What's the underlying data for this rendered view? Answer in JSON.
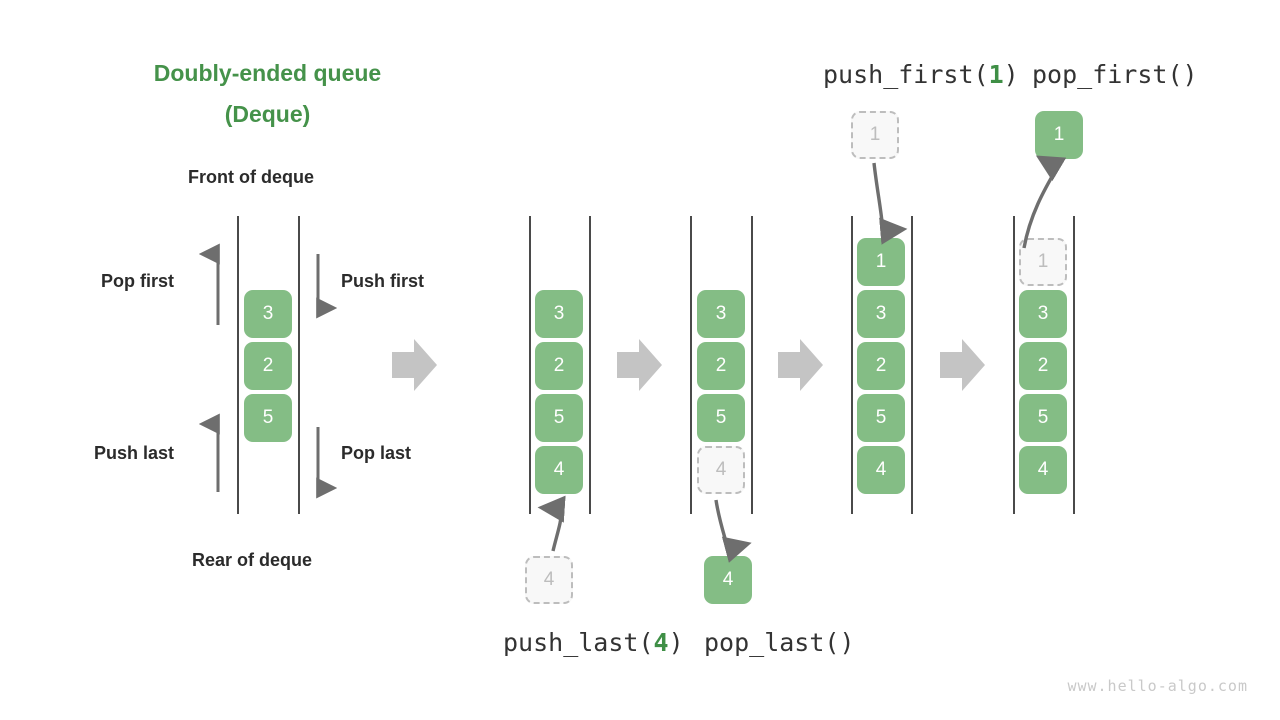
{
  "title": {
    "line1": "Doubly-ended queue",
    "line2": "(Deque)",
    "color": "#45924a"
  },
  "colors": {
    "node_green": "#84bd85",
    "node_text": "#ffffff",
    "ghost_fill": "#f8f8f8",
    "ghost_border": "#bdbdbd",
    "ghost_text": "#bdbdbd",
    "rail": "#4a4a4a",
    "step_arrow": "#c4c4c4",
    "op_arrow": "#707070",
    "label_text": "#2b2b2b",
    "watermark": "#c9c9c9"
  },
  "legend": {
    "front_label": "Front of deque",
    "rear_label": "Rear of deque",
    "pop_first_label": "Pop first",
    "push_first_label": "Push first",
    "push_last_label": "Push last",
    "pop_last_label": "Pop last"
  },
  "operations": {
    "push_last": {
      "name": "push_last",
      "open": "(",
      "arg": "4",
      "close": ")"
    },
    "pop_last": {
      "name": "pop_last",
      "open": "(",
      "arg": "",
      "close": ")"
    },
    "push_first": {
      "name": "push_first",
      "open": "(",
      "arg": "1",
      "close": ")"
    },
    "pop_first": {
      "name": "pop_first",
      "open": "(",
      "arg": "",
      "close": ")"
    }
  },
  "stages": [
    {
      "id": "initial",
      "caption": "",
      "nodes": [
        {
          "value": "3",
          "state": "solid"
        },
        {
          "value": "2",
          "state": "solid"
        },
        {
          "value": "5",
          "state": "solid"
        }
      ],
      "external": null
    },
    {
      "id": "after-push-last",
      "caption": "push_last(4)",
      "nodes": [
        {
          "value": "3",
          "state": "solid"
        },
        {
          "value": "2",
          "state": "solid"
        },
        {
          "value": "5",
          "state": "solid"
        },
        {
          "value": "4",
          "state": "solid"
        }
      ],
      "external": {
        "value": "4",
        "state": "ghost",
        "position": "bottom"
      }
    },
    {
      "id": "after-pop-last",
      "caption": "pop_last()",
      "nodes": [
        {
          "value": "3",
          "state": "solid"
        },
        {
          "value": "2",
          "state": "solid"
        },
        {
          "value": "5",
          "state": "solid"
        },
        {
          "value": "4",
          "state": "ghost"
        }
      ],
      "external": {
        "value": "4",
        "state": "solid",
        "position": "bottom"
      }
    },
    {
      "id": "after-push-first",
      "caption": "push_first(1)",
      "nodes": [
        {
          "value": "1",
          "state": "solid"
        },
        {
          "value": "3",
          "state": "solid"
        },
        {
          "value": "2",
          "state": "solid"
        },
        {
          "value": "5",
          "state": "solid"
        },
        {
          "value": "4",
          "state": "solid"
        }
      ],
      "external": {
        "value": "1",
        "state": "ghost",
        "position": "top"
      }
    },
    {
      "id": "after-pop-first",
      "caption": "pop_first()",
      "nodes": [
        {
          "value": "1",
          "state": "ghost"
        },
        {
          "value": "3",
          "state": "solid"
        },
        {
          "value": "2",
          "state": "solid"
        },
        {
          "value": "5",
          "state": "solid"
        },
        {
          "value": "4",
          "state": "solid"
        }
      ],
      "external": {
        "value": "1",
        "state": "solid",
        "position": "top"
      }
    }
  ],
  "watermark": "www.hello-algo.com"
}
